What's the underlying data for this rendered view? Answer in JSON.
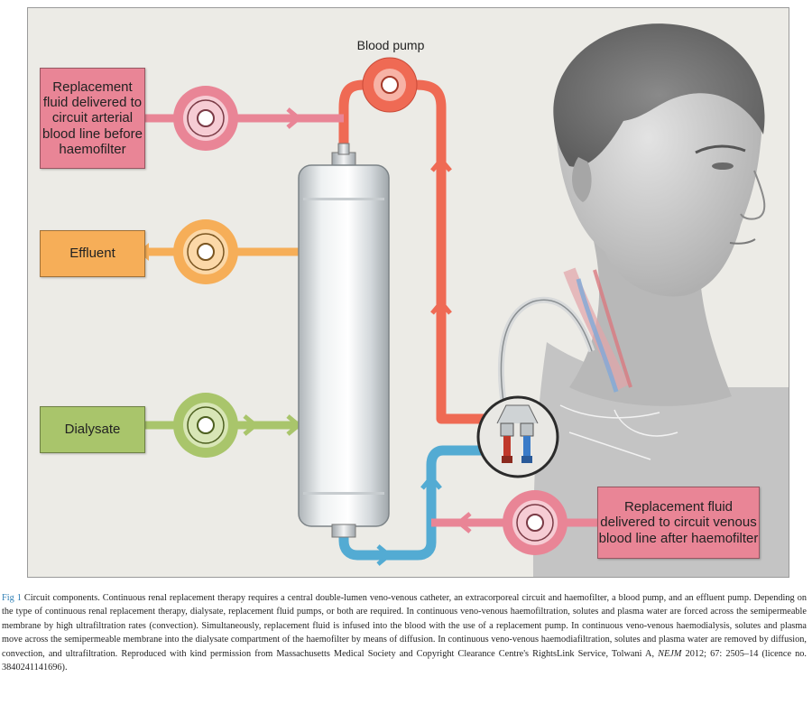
{
  "diagram": {
    "labels": {
      "blood_pump": "Blood pump",
      "replacement_pre": "Replacement fluid delivered to circuit arterial blood line before haemofilter",
      "effluent": "Effluent",
      "dialysate": "Dialysate",
      "replacement_post": "Replacement fluid delivered to circuit venous blood line after haemofilter"
    },
    "colors": {
      "replacement": "#e98596",
      "effluent": "#f6ae58",
      "dialysate": "#a9c56b",
      "arterial_line": "#ef6a54",
      "venous_line": "#53abd3",
      "background": "#ecebe6"
    }
  },
  "caption": {
    "figure_number": "Fig 1",
    "text": "Circuit components. Continuous renal replacement therapy requires a central double-lumen veno-venous catheter, an extracorporeal circuit and haemofilter, a blood pump, and an effluent pump. Depending on the type of continuous renal replacement therapy, dialysate, replacement fluid pumps, or both are required. In continuous veno-venous haemofiltration, solutes and plasma water are forced across the semipermeable membrane by high ultrafiltration rates (convection). Simultaneously, replacement fluid is infused into the blood with the use of a replacement pump. In continuous veno-venous haemodialysis, solutes and plasma move across the semipermeable membrane into the dialysate compartment of the haemofilter by means of diffusion. In continuous veno-venous haemodiafiltration, solutes and plasma water are removed by diffusion, convection, and ultrafiltration. Reproduced with kind permission from Massachusetts Medical Society and Copyright Clearance Centre's RightsLink Service, Tolwani A, ",
    "journal": "NEJM",
    "citation": " 2012; 67: 2505–14 (licence no. 3840241141696)."
  }
}
